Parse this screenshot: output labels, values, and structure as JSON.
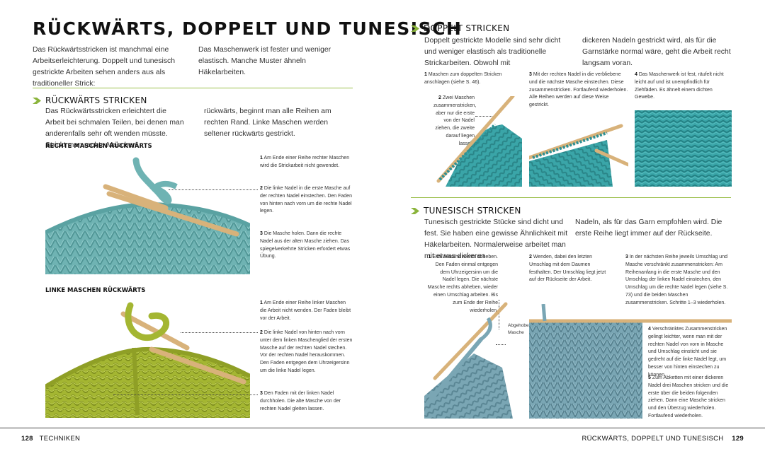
{
  "page_title": "RÜCKWÄRTS, DOPPELT UND TUNESISCH",
  "intro": {
    "col1": "Das Rückwärtsstricken ist manchmal eine Arbeits­erleichterung. Doppelt und tunesisch gestrickte Arbeiten sehen anders aus als traditioneller Strick:",
    "col2": "Das Maschenwerk ist fester und weniger elastisch. Manche Muster ähneln Häkelarbeiten."
  },
  "rueckwaerts": {
    "heading": "RÜCKWÄRTS STRICKEN",
    "col1": "Das Rückwärtsstricken erleichtert die Arbeit bei schmalen Teilen, bei denen man anderenfalls sehr oft wenden müsste. Strickt man rechte Maschen",
    "col2": "rückwärts, beginnt man alle Reihen am rechten Rand. Linke Maschen werden seltener rückwärts gestrickt.",
    "rechte": {
      "subheading": "RECHTE MASCHEN RÜCKWÄRTS",
      "steps": [
        {
          "num": "1",
          "text": "Am Ende einer Reihe rechter Maschen wird die Strickarbeit nicht gewendet."
        },
        {
          "num": "2",
          "text": "Die linke Nadel in die erste Masche auf der rechten Nadel einstechen. Den Faden von hinten nach vorn um die rechte Nadel legen."
        },
        {
          "num": "3",
          "text": "Die Masche holen. Dann die rechte Nadel aus der alten Masche ziehen. Das spiegelverkehrte Stricken erfordert etwas Übung."
        }
      ]
    },
    "linke": {
      "subheading": "LINKE MASCHEN RÜCKWÄRTS",
      "steps": [
        {
          "num": "1",
          "text": "Am Ende einer Reihe linker Maschen die Arbeit nicht wenden. Der Faden bleibt vor der Arbeit."
        },
        {
          "num": "2",
          "text": "Die linke Nadel von hinten nach vorn unter dem linken Maschenglied der ersten Masche auf der rechten Nadel stechen. Vor der rechten Nadel herauskommen. Den Faden entgegen dem Uhrzeigersinn um die linke Nadel legen."
        },
        {
          "num": "3",
          "text": "Den Faden mit der linken Nadel durchholen. Die alte Masche von der rechten Nadel gleiten lassen."
        }
      ]
    }
  },
  "doppelt": {
    "heading": "DOPPELT STRICKEN",
    "col1": "Doppelt gestrickte Modelle sind sehr dicht und weniger elastisch als traditionelle Strickarbeiten. Obwohl mit",
    "col2": "dickeren Nadeln gestrickt wird, als für die Garnstärke normal wäre, geht die Arbeit recht langsam voran.",
    "steps": [
      {
        "num": "1",
        "text": "Maschen zum doppelten Stricken anschlagen (siehe S. 46)."
      },
      {
        "num": "2",
        "text": "Zwei Maschen zusammenstricken, aber nur die erste von der Nadel ziehen, die zweite darauf liegen lassen."
      },
      {
        "num": "3",
        "text": "Mit der rechten Nadel in die verbliebene und die nächste Masche einstechen. Diese zusammenstricken. Fortlaufend wiederholen. Alle Reihen werden auf diese Weise gestrickt."
      },
      {
        "num": "4",
        "text": "Das Maschenwerk ist fest, räufelt nicht leicht auf und ist unempfindlich für Ziehfäden. Es ähnelt einem dichten Gewebe."
      }
    ]
  },
  "tunesisch": {
    "heading": "TUNESISCH STRICKEN",
    "col1": "Tunesisch gestrickte Stücke sind dicht und fest. Sie haben eine gewisse Ähnlichkeit mit Häkelarbeiten. Normalerweise arbeitet man mit etwas dickeren",
    "col2": "Nadeln, als für das Garn empfohlen wird. Die erste Reihe liegt immer auf der Rückseite.",
    "label_abgehoben": "Abgehobene Masche",
    "steps": [
      {
        "num": "1",
        "text": "Eine Masche rechts abheben. Den Faden einmal entgegen dem Uhrzeigersinn um die Nadel legen. Die nächste Masche rechts abheben, wieder einen Umschlag arbeiten. Bis zum Ende der Reihe wiederholen."
      },
      {
        "num": "2",
        "text": "Wenden, dabei den letzten Umschlag mit dem Daumen festhalten. Der Umschlag liegt jetzt auf der Rückseite der Arbeit."
      },
      {
        "num": "3",
        "text": "In der nächsten Reihe jeweils Umschlag und Masche verschränkt zusammenstricken: Am Reihenanfang in die erste Masche und den Umschlag der linken Nadel einstechen, den Umschlag um die rechte Nadel legen (siehe S. 73) und die beiden Maschen zusammenstricken. Schritte 1–3 wiederholen."
      },
      {
        "num": "4",
        "text": "Verschränktes Zusammenstricken gelingt leichter, wenn man mit der rechten Nadel von vorn in Masche und Umschlag einsticht und sie gedreht auf die linke Nadel legt, um besser von hinten einstechen zu können."
      },
      {
        "num": "5",
        "text": "Zum Abketten mit einer dickeren Nadel drei Maschen stricken und die erste über die beiden folgenden ziehen. Dann eine Masche stricken und den Überzug wiederholen. Fortlaufend wiederholen."
      }
    ]
  },
  "footer": {
    "left_page": "128",
    "left_label": "TECHNIKEN",
    "right_label": "RÜCKWÄRTS, DOPPELT UND TUNESISCH",
    "right_page": "129"
  },
  "colors": {
    "accent_green": "#8bb43c",
    "yarn_blue": "#6fb8b8",
    "yarn_lime": "#9fb42e",
    "yarn_teal": "#3aa5a8",
    "yarn_slate": "#7aa6b4",
    "needle": "#d8b27a"
  }
}
